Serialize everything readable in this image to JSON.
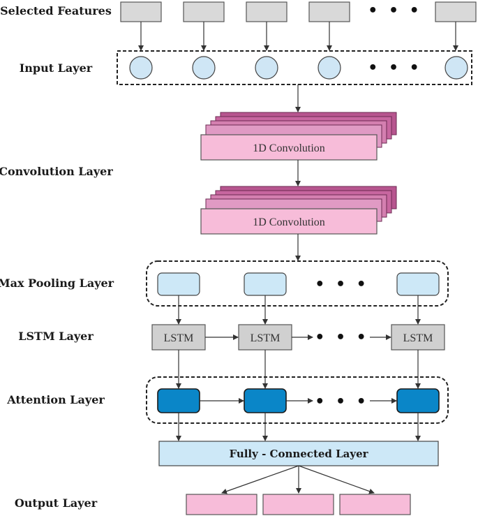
{
  "layer_labels": {
    "selected_features": "Selected Features",
    "input": "Input Layer",
    "convolution": "Convolution Layer",
    "max_pooling": "Max Pooling Layer",
    "lstm": "LSTM Layer",
    "attention": "Attention Layer",
    "output": "Output Layer"
  },
  "convolution_blocks": [
    "1D Convolution",
    "1D Convolution"
  ],
  "lstm_cells": [
    "LSTM",
    "LSTM",
    "LSTM"
  ],
  "fully_connected_label": "Fully - Connected Layer",
  "ellipsis": "• • •",
  "colors": {
    "feature_box": "#d9d9d9",
    "input_node": "#cfe6f5",
    "conv_front": "#f7bcd9",
    "conv_back": "#b7558f",
    "pool_box": "#cde8f7",
    "lstm_box": "#d0d0d0",
    "attention_box": "#0a86c8",
    "fc_box": "#cde8f7",
    "output_box": "#f7bcd9"
  }
}
